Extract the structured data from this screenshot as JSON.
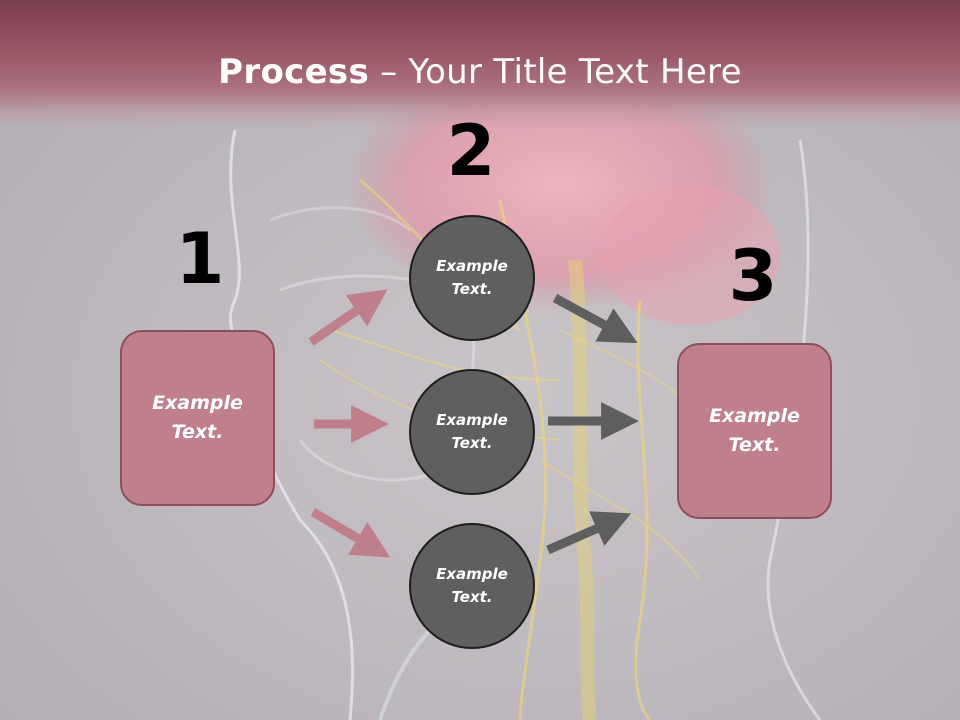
{
  "title": {
    "bold": "Process",
    "rest": " – Your Title Text Here"
  },
  "steps": [
    {
      "number": "1",
      "text": "Example\nText."
    },
    {
      "number": "2",
      "text": ""
    },
    {
      "number": "3",
      "text": "Example\nText."
    }
  ],
  "circles": [
    {
      "text": "Example\nText."
    },
    {
      "text": "Example\nText."
    },
    {
      "text": "Example\nText."
    }
  ],
  "colors": {
    "title_band": "#9c5a69",
    "box_fill": "#bf7f8b",
    "circle_fill": "#5f5f60",
    "pink_arrow": "#bf7f8b",
    "gray_arrow": "#5e5e5e"
  }
}
